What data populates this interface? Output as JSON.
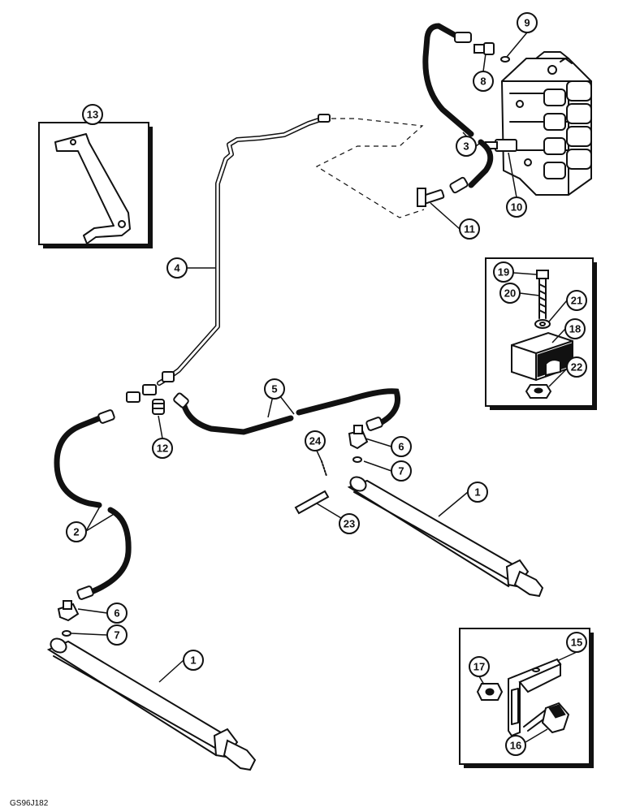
{
  "figure_code": "GS96J182",
  "callouts": [
    "1",
    "2",
    "3",
    "4",
    "5",
    "6",
    "7",
    "8",
    "9",
    "10",
    "11",
    "12",
    "13",
    "15",
    "16",
    "17",
    "18",
    "19",
    "20",
    "21",
    "22",
    "23",
    "24"
  ]
}
